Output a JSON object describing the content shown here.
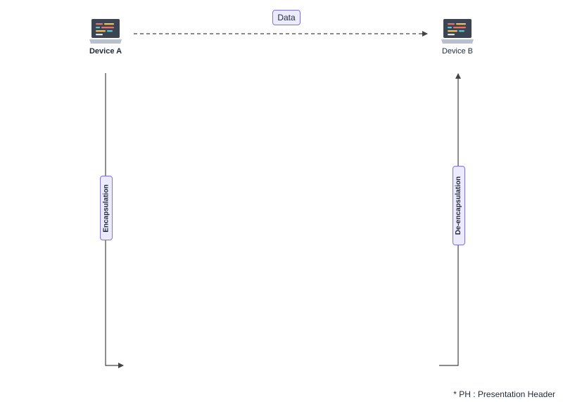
{
  "devices": {
    "a": {
      "label": "Device A",
      "icon": "laptop-icon"
    },
    "b": {
      "label": "Device B",
      "icon": "laptop-icon"
    }
  },
  "flow": {
    "data_label": "Data",
    "encapsulation_label": "Encapsulation",
    "deencapsulation_label": "De-encapsulation"
  },
  "footnote": "* PH : Presentation Header",
  "colors": {
    "chip_border": "#7b74e8",
    "chip_fill": "#eceafd",
    "line": "#555555",
    "laptop_body": "#3b4452",
    "laptop_base": "#b8c0cc"
  }
}
